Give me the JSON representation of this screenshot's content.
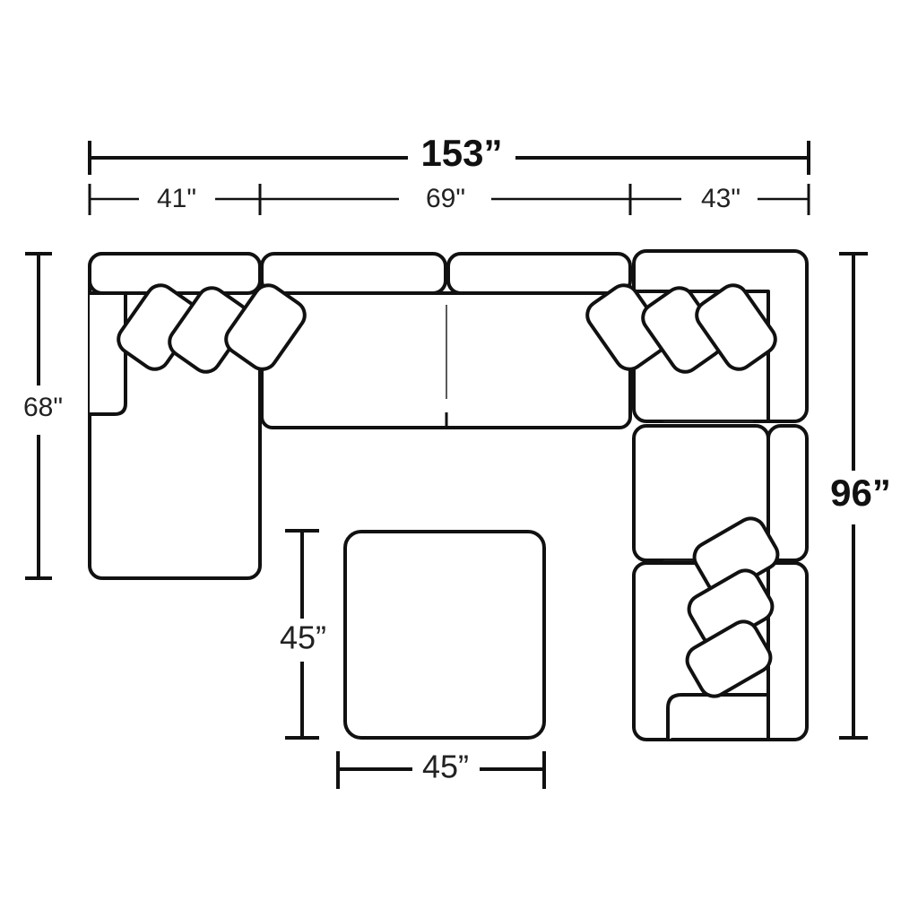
{
  "dimensions": {
    "overall_width": "153”",
    "left_section_width": "41\"",
    "middle_section_width": "69\"",
    "right_section_width": "43\"",
    "left_depth": "68\"",
    "right_depth": "96”",
    "ottoman_depth": "45”",
    "ottoman_width": "45”"
  }
}
